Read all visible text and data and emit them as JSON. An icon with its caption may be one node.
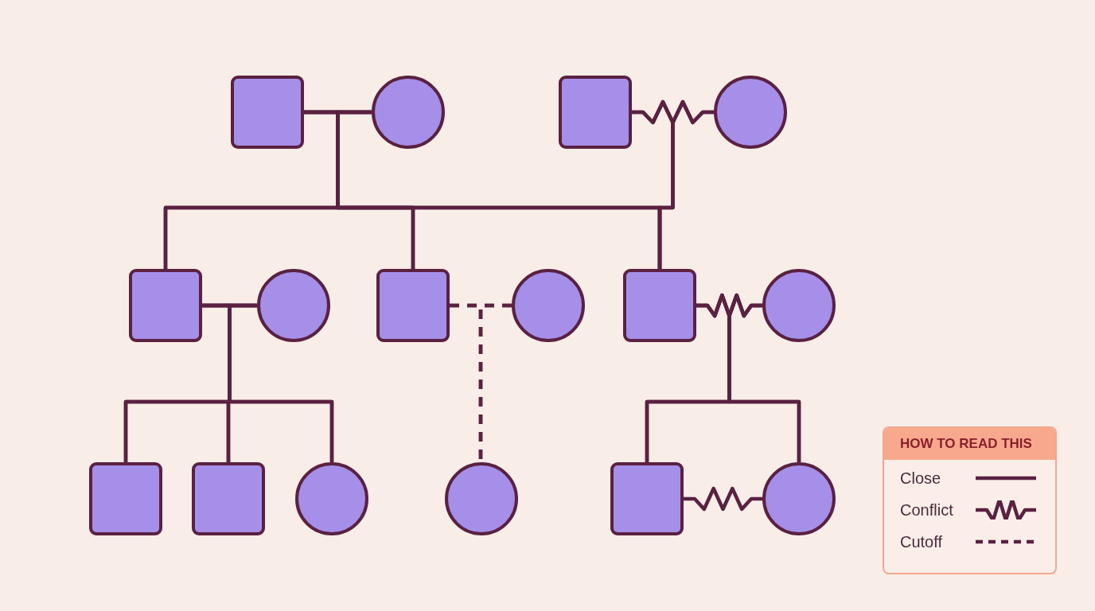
{
  "diagram": {
    "nodes": [
      {
        "text": [],
        "shape": "square"
      },
      {
        "text": [],
        "shape": "circle"
      },
      {
        "text": [],
        "shape": "square"
      },
      {
        "text": [],
        "shape": "circle"
      },
      {
        "text": [],
        "shape": "square"
      },
      {
        "text": [],
        "shape": "circle"
      },
      {
        "text": [],
        "shape": "square"
      },
      {
        "text": [],
        "shape": "circle"
      },
      {
        "text": [],
        "shape": "square"
      },
      {
        "text": [],
        "shape": "circle"
      },
      {
        "text": [],
        "shape": "square"
      },
      {
        "text": [],
        "shape": "square"
      },
      {
        "text": [],
        "shape": "circle"
      },
      {
        "text": [],
        "shape": "circle"
      },
      {
        "text": [],
        "shape": "square"
      },
      {
        "text": [],
        "shape": "circle"
      }
    ],
    "edges": [
      {
        "from": 0,
        "to": 1,
        "arrow": "none"
      },
      {
        "from": 2,
        "to": 3,
        "arrow": "none"
      },
      {
        "from": 0,
        "to": 4,
        "arrow": "none"
      },
      {
        "from": 1,
        "to": 4,
        "arrow": "none"
      },
      {
        "from": 0,
        "to": 6,
        "arrow": "none"
      },
      {
        "from": 1,
        "to": 6,
        "arrow": "none"
      },
      {
        "from": 0,
        "to": 8,
        "arrow": "none"
      },
      {
        "from": 1,
        "to": 8,
        "arrow": "none"
      },
      {
        "from": 2,
        "to": 8,
        "arrow": "none"
      },
      {
        "from": 3,
        "to": 8,
        "arrow": "none"
      },
      {
        "from": 4,
        "to": 5,
        "arrow": "none"
      },
      {
        "from": 6,
        "to": 7,
        "arrow": "none",
        "style": "dashed"
      },
      {
        "from": 8,
        "to": 9,
        "arrow": "none"
      },
      {
        "from": 4,
        "to": 10,
        "arrow": "none"
      },
      {
        "from": 5,
        "to": 10,
        "arrow": "none"
      },
      {
        "from": 4,
        "to": 11,
        "arrow": "none"
      },
      {
        "from": 5,
        "to": 11,
        "arrow": "none"
      },
      {
        "from": 4,
        "to": 12,
        "arrow": "none"
      },
      {
        "from": 5,
        "to": 12,
        "arrow": "none"
      },
      {
        "from": 6,
        "to": 13,
        "arrow": "none",
        "style": "dashed"
      },
      {
        "from": 7,
        "to": 13,
        "arrow": "none",
        "style": "dashed"
      },
      {
        "from": 8,
        "to": 14,
        "arrow": "none"
      },
      {
        "from": 9,
        "to": 14,
        "arrow": "none"
      },
      {
        "from": 8,
        "to": 15,
        "arrow": "none"
      },
      {
        "from": 9,
        "to": 15,
        "arrow": "none"
      },
      {
        "from": 14,
        "to": 15,
        "arrow": "none"
      }
    ],
    "labels": [
      "HOW TO READ THIS"
    ],
    "legend": [
      {
        "text": "Close"
      },
      {
        "text": "Conflict"
      },
      {
        "text": "Cutoff"
      }
    ]
  }
}
